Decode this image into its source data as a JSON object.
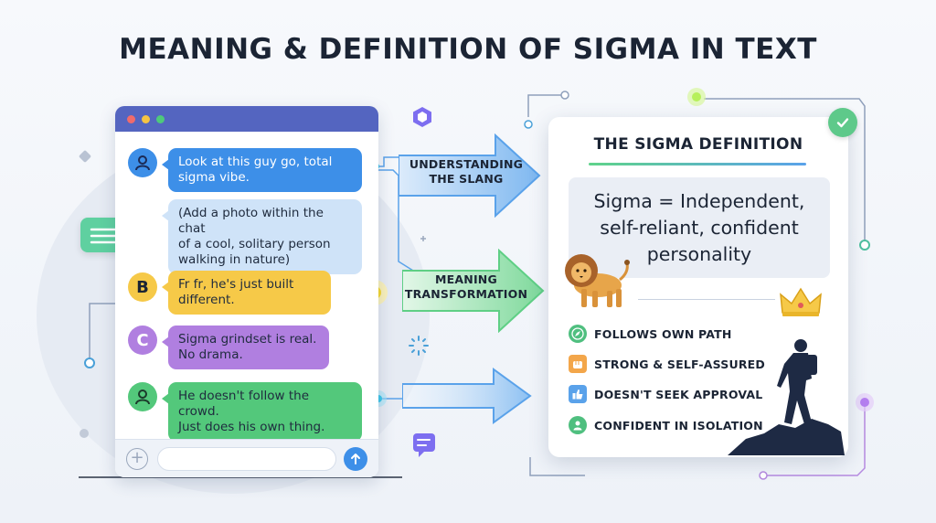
{
  "title": "MEANING & DEFINITION OF SIGMA IN TEXT",
  "chat": {
    "messages": [
      {
        "avatar": "person-icon",
        "avatar_letter": "",
        "text_lines": [
          "Look at this guy go, total",
          "sigma vibe."
        ],
        "color": "#3d8fe8"
      },
      {
        "avatar": "",
        "avatar_letter": "",
        "text_lines": [
          "(Add a photo within the chat",
          "of a cool, solitary person",
          "walking in nature)"
        ],
        "color": "#cfe3f8"
      },
      {
        "avatar": "letter-b",
        "avatar_letter": "B",
        "text_lines": [
          "Fr fr, he's just built",
          "different."
        ],
        "color": "#f6c948"
      },
      {
        "avatar": "letter-c",
        "avatar_letter": "C",
        "text_lines": [
          "Sigma grindset is real.",
          "No drama."
        ],
        "color": "#b07fe0"
      },
      {
        "avatar": "person-icon",
        "avatar_letter": "",
        "text_lines": [
          "He doesn't follow the crowd.",
          "Just does his own thing."
        ],
        "color": "#53c87b"
      }
    ],
    "input_placeholder": ""
  },
  "arrows": [
    {
      "label_lines": [
        "UNDERSTANDING",
        "THE SLANG"
      ],
      "color": "#5aa2ea"
    },
    {
      "label_lines": [
        "MEANING",
        "TRANSFORMATION"
      ],
      "color": "#6fd38f"
    },
    {
      "label_lines": [],
      "color": "#5aa2ea"
    }
  ],
  "definition": {
    "title": "THE SIGMA DEFINITION",
    "text_lines": [
      "Sigma = Independent,",
      "self-reliant, confident",
      "personality"
    ],
    "traits": [
      {
        "icon": "compass-icon",
        "label": "FOLLOWS OWN PATH",
        "color": "#4fbf7f"
      },
      {
        "icon": "fist-icon",
        "label": "STRONG & SELF-ASSURED",
        "color": "#f3a64a"
      },
      {
        "icon": "thumbs-up-icon",
        "label": "DOESN'T SEEK APPROVAL",
        "color": "#5aa2ea"
      },
      {
        "icon": "person-icon",
        "label": "CONFIDENT IN ISOLATION",
        "color": "#4fbf7f"
      }
    ]
  },
  "colors": {
    "title": "#1b2434",
    "window_bar": "#5465c0",
    "accent_green": "#5ec98a",
    "accent_blue": "#3d8fe8"
  }
}
